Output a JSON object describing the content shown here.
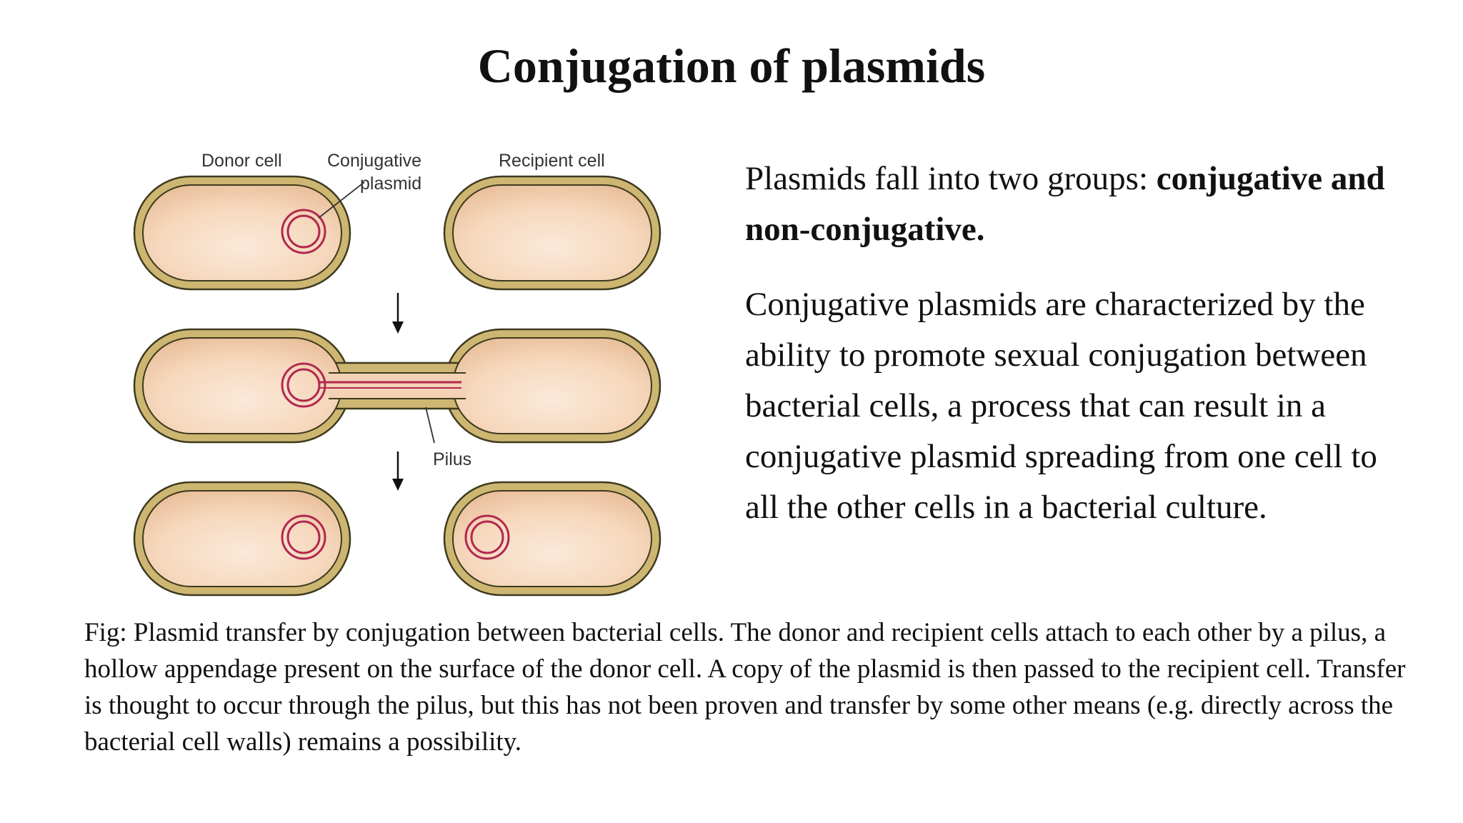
{
  "slide": {
    "title": "Conjugation of plasmids"
  },
  "figure": {
    "labels": {
      "donor_cell": "Donor cell",
      "conjugative_plasmid_line1": "Conjugative",
      "conjugative_plasmid_line2": "plasmid",
      "recipient_cell": "Recipient cell",
      "pilus": "Pilus"
    },
    "colors": {
      "cell_wall": "#cdb671",
      "cell_outline": "#3e3a1f",
      "cytoplasm": "#f6d8bd",
      "plasmid": "#b2284f"
    }
  },
  "body": {
    "paragraph1_plain": "Plasmids fall into two groups: ",
    "paragraph1_bold": "conjugative and non-conjugative.",
    "paragraph2": "Conjugative plasmids are characterized by the ability to promote sexual conjugation between bacterial cells, a process that can result in a conjugative plasmid spreading from one cell to all the other cells in a bacterial culture."
  },
  "caption": "Fig: Plasmid transfer by conjugation between bacterial cells. The donor and recipient cells attach to each other by a pilus, a hollow appendage present on the surface of the donor cell. A copy of the plasmid is then passed to the recipient cell. Transfer is thought to occur through the pilus, but this has not been proven and transfer by some other means (e.g. directly across the bacterial cell walls) remains a possibility."
}
